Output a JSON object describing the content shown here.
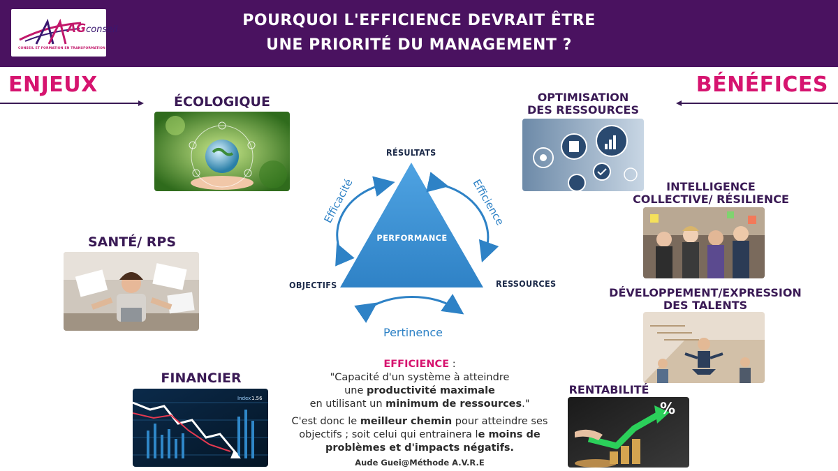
{
  "header": {
    "logo_main": "AG",
    "logo_word": "conseil",
    "logo_sub": "CONSEIL ET FORMATION EN TRANSFORMATION",
    "title_line1": "POURQUOI L'EFFICIENCE DEVRAIT ÊTRE",
    "title_line2": "UNE PRIORITÉ DU MANAGEMENT ?"
  },
  "left": {
    "label": "ENJEUX",
    "items": [
      {
        "title": "ÉCOLOGIQUE"
      },
      {
        "title": "SANTÉ/ RPS"
      },
      {
        "title": "FINANCIER"
      }
    ]
  },
  "right": {
    "label": "BÉNÉFICES",
    "items": [
      {
        "line1": "OPTIMISATION",
        "line2": "DES RESSOURCES"
      },
      {
        "line1": "INTELLIGENCE",
        "line2": "COLLECTIVE/ RÉSILIENCE"
      },
      {
        "line1": "DÉVELOPPEMENT/EXPRESSION",
        "line2": "DES TALENTS"
      },
      {
        "line1": "RENTABILITÉ"
      }
    ]
  },
  "triangle": {
    "top": "RÉSULTATS",
    "left": "OBJECTIFS",
    "right": "RESSOURCES",
    "center": "PERFORMANCE",
    "arrow_left": "Efficacité",
    "arrow_right": "Efficience",
    "arrow_bottom": "Pertinence"
  },
  "definition": {
    "term": "EFFICIENCE",
    "colon": " :",
    "l2": "\"Capacité d'un système à atteindre",
    "l3a": "une ",
    "l3b": "productivité maximale",
    "l4a": "en utilisant un ",
    "l4b": "minimum de ressources",
    "l4c": ".\"",
    "p2a": "C'est donc le ",
    "p2b": "meilleur chemin",
    "p2c": " pour atteindre ses",
    "p3a": "objectifs ; soit celui qui entrainera l",
    "p3b": "e moins de",
    "p4": "problèmes et d'impacts négatifs.",
    "author": "Aude Guei@Méthode A.V.R.E"
  },
  "photo_labels": {
    "financier_index": "Index",
    "financier_value": "1.56",
    "rentabilite_pct": "%"
  },
  "colors": {
    "header_bg": "#4a1260",
    "accent_pink": "#d6146f",
    "triangle_blue": "#3b8fd4",
    "arrow_blue": "#2e82c6",
    "dark_text": "#3a1a55"
  }
}
